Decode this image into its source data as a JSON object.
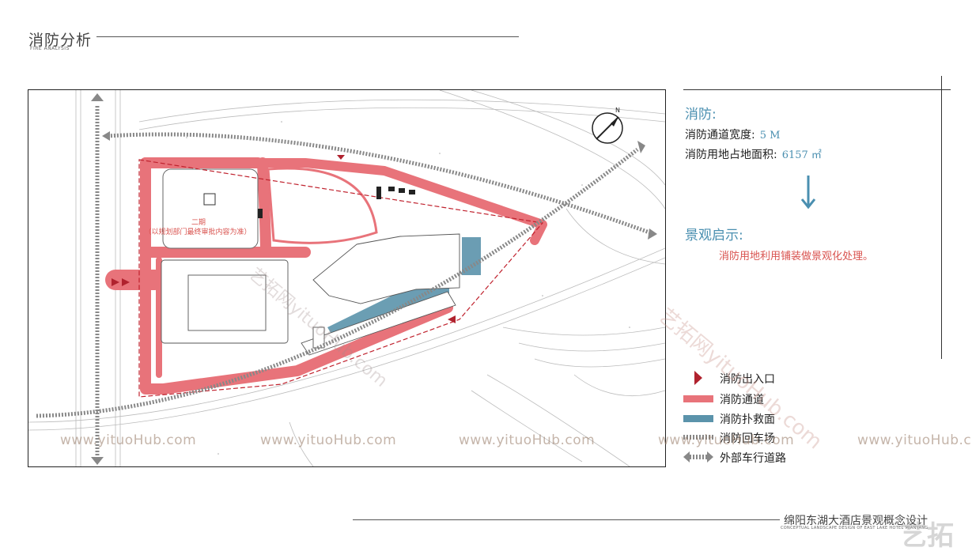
{
  "header": {
    "title": "消防分析",
    "subtitle": "FIRE ANALYSIS"
  },
  "map": {
    "phase_label": "二期",
    "phase_note": "（以规划部门最终审批内容为准）",
    "colors": {
      "fire_lane": "#e8737a",
      "rescue_area": "#5b93ab",
      "entry_marker": "#b0222e",
      "boundary": "#c0222e",
      "external_road": "#888888"
    }
  },
  "panel": {
    "fire_title": "消防:",
    "lane_width_label": "消防通道宽度:",
    "lane_width_value": "5 M",
    "area_label": "消防用地占地面积:",
    "area_value": "6157 ㎡",
    "landscape_title": "景观启示:",
    "landscape_note": "消防用地利用铺装做景观化处理。"
  },
  "legend": {
    "items": [
      {
        "label": "消防出入口",
        "icon": "fire-entry-icon"
      },
      {
        "label": "消防通道",
        "icon": "fire-lane-swatch"
      },
      {
        "label": "消防扑救面",
        "icon": "rescue-area-swatch"
      },
      {
        "label": "消防回车场",
        "icon": "turnaround-swatch"
      },
      {
        "label": "外部车行道路",
        "icon": "external-road-icon"
      }
    ]
  },
  "footer": {
    "title": "绵阳东湖大酒店景观概念设计",
    "subtitle": "CONCEPTUAL LANDSCAPE DESIGN OF EAST LAKE HOTEL MIANYANG"
  },
  "watermarks": {
    "text": "www.yituoHub.com",
    "diagonal": "艺拓网yituoHub.com",
    "logo": "艺拓"
  }
}
